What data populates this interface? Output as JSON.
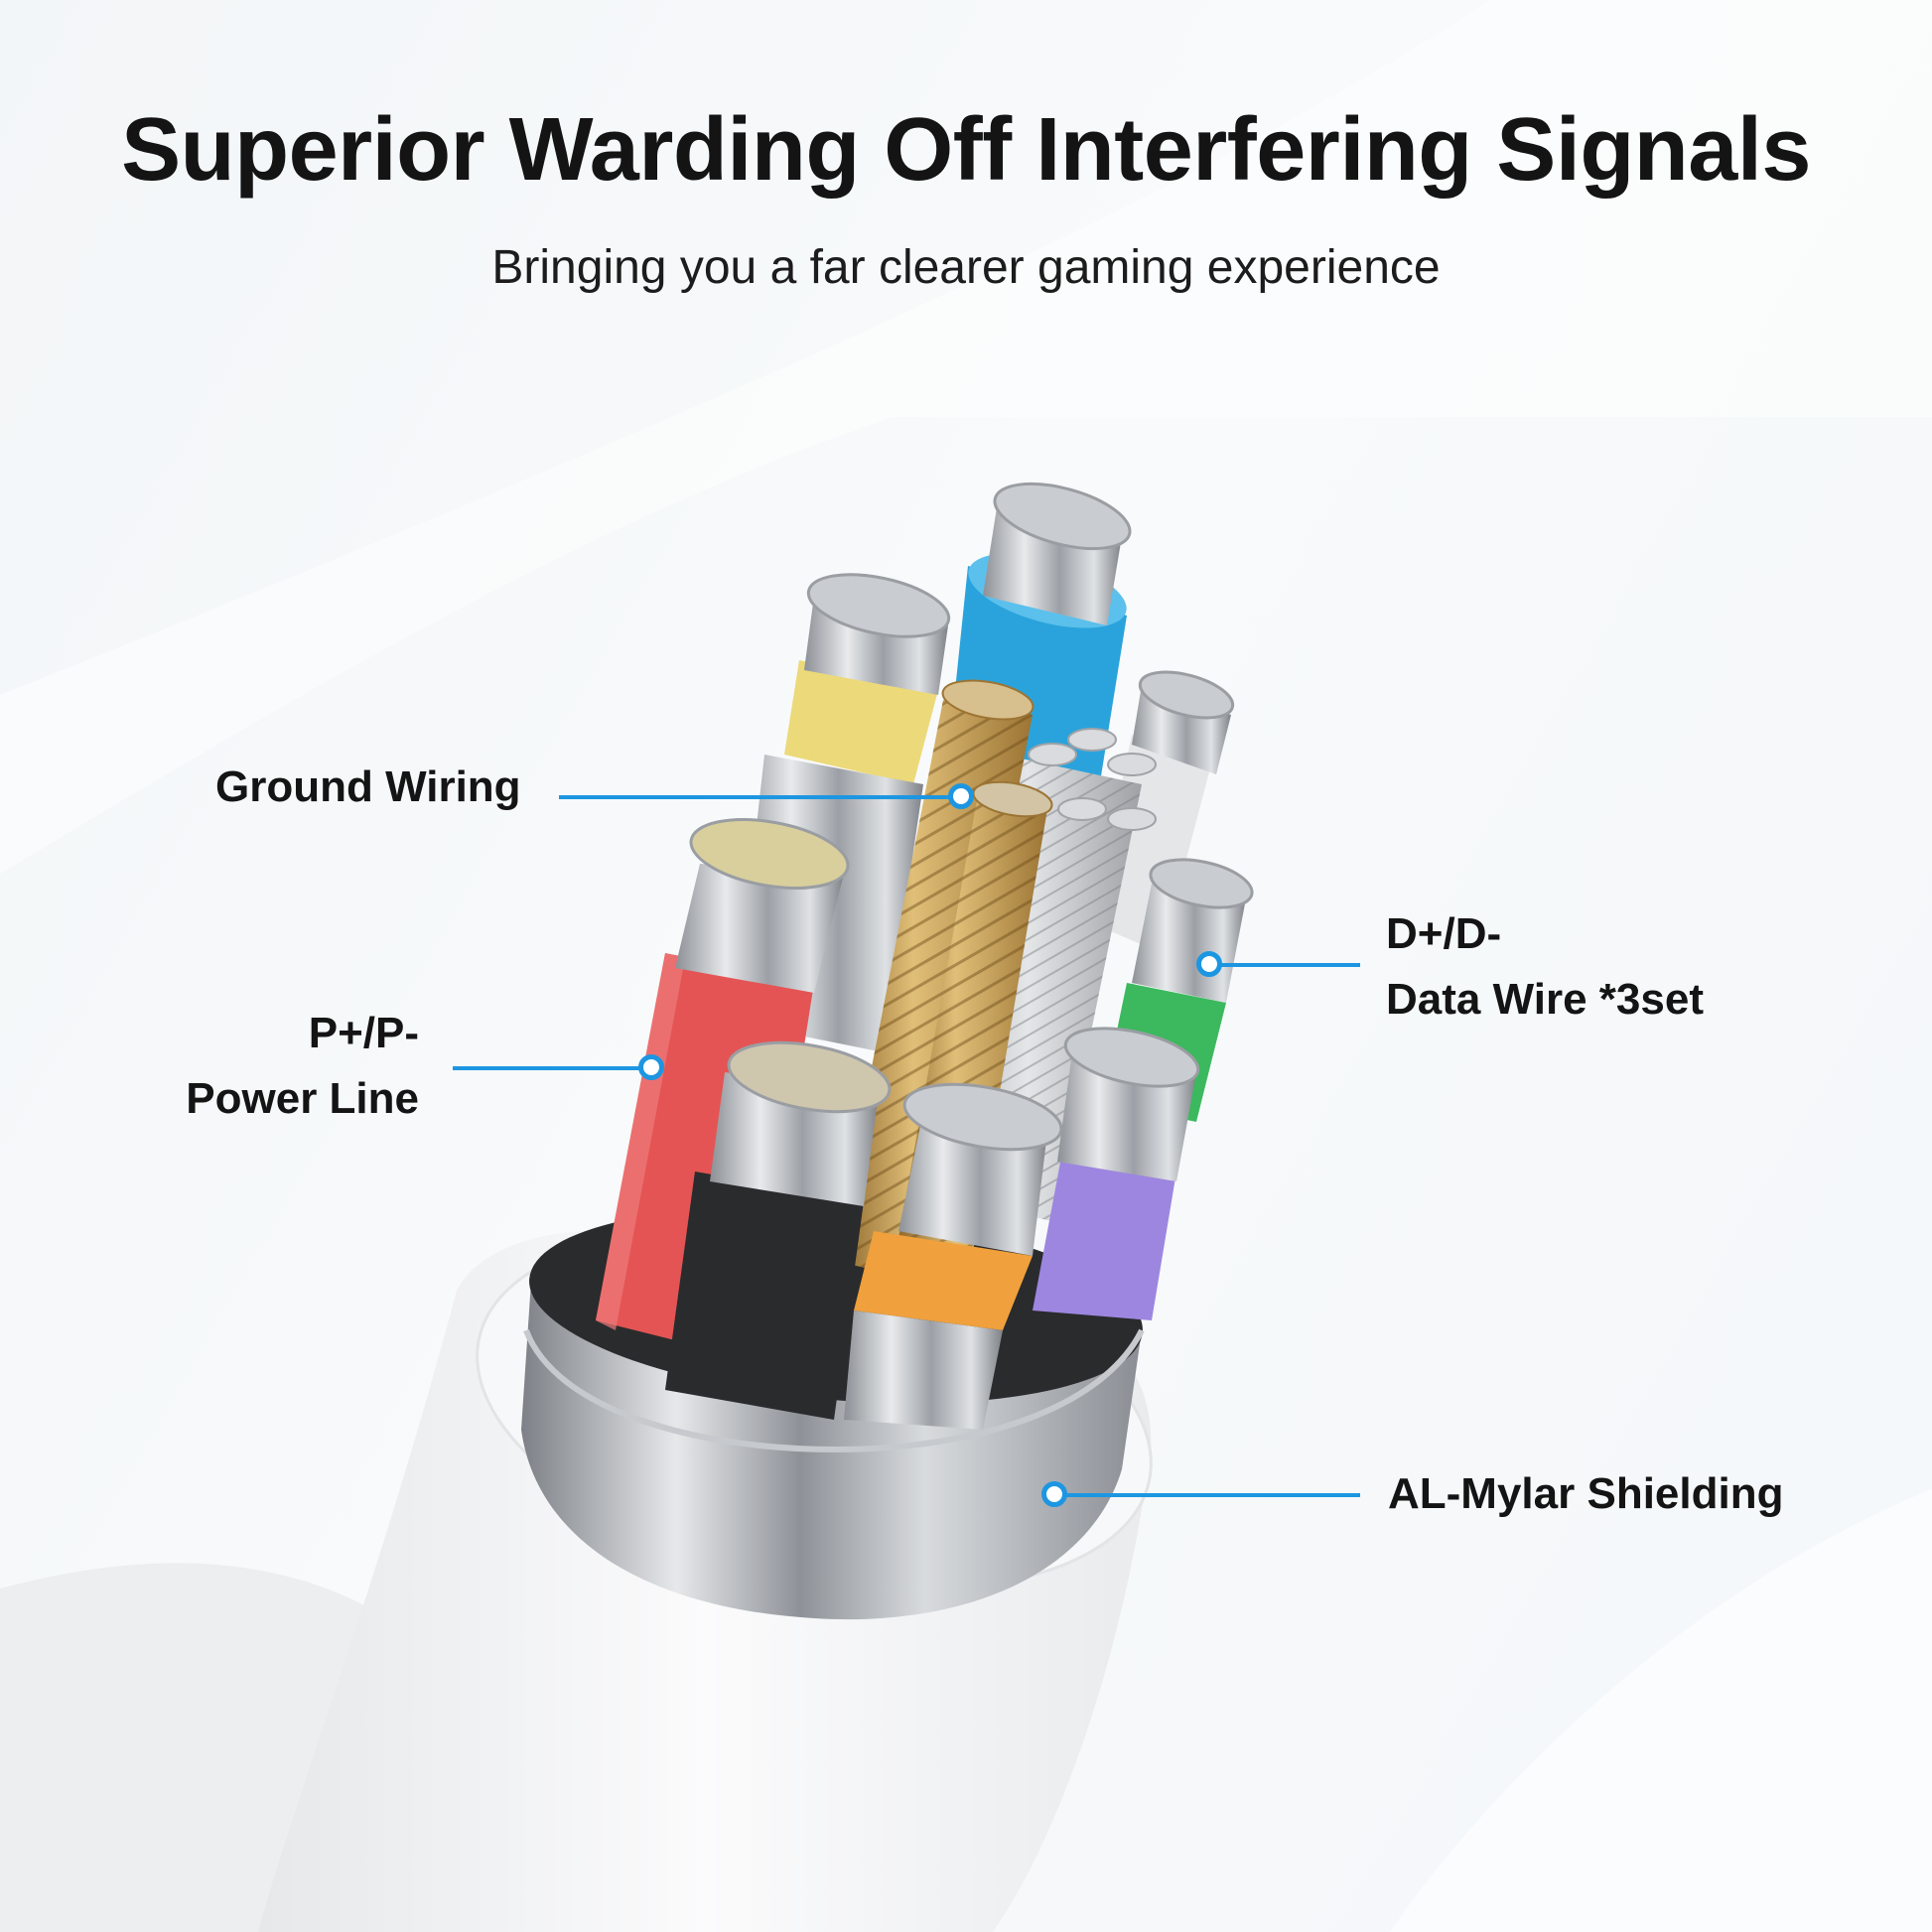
{
  "header": {
    "title": "Superior Warding Off Interfering Signals",
    "subtitle": "Bringing you a far clearer gaming experience"
  },
  "callouts": [
    {
      "id": "ground",
      "lines": [
        "Ground Wiring"
      ]
    },
    {
      "id": "power",
      "lines": [
        "P+/P-",
        "Power Line"
      ]
    },
    {
      "id": "data",
      "lines": [
        "D+/D-",
        "Data Wire *3set"
      ]
    },
    {
      "id": "shield",
      "lines": [
        "AL-Mylar Shielding"
      ]
    }
  ],
  "colors": {
    "callout_accent": "#1d96e2",
    "wire_blue": "#2aa3dc",
    "wire_yellow": "#ecd97a",
    "wire_white": "#e4e6e8",
    "wire_green": "#3cb85e",
    "wire_red": "#e45454",
    "wire_black": "#2a2b2d",
    "wire_orange": "#f0a03c",
    "wire_purple": "#9d86e0",
    "copper": "#c9a052",
    "shield": "#a9adb2",
    "jacket": "#f4f5f6"
  }
}
